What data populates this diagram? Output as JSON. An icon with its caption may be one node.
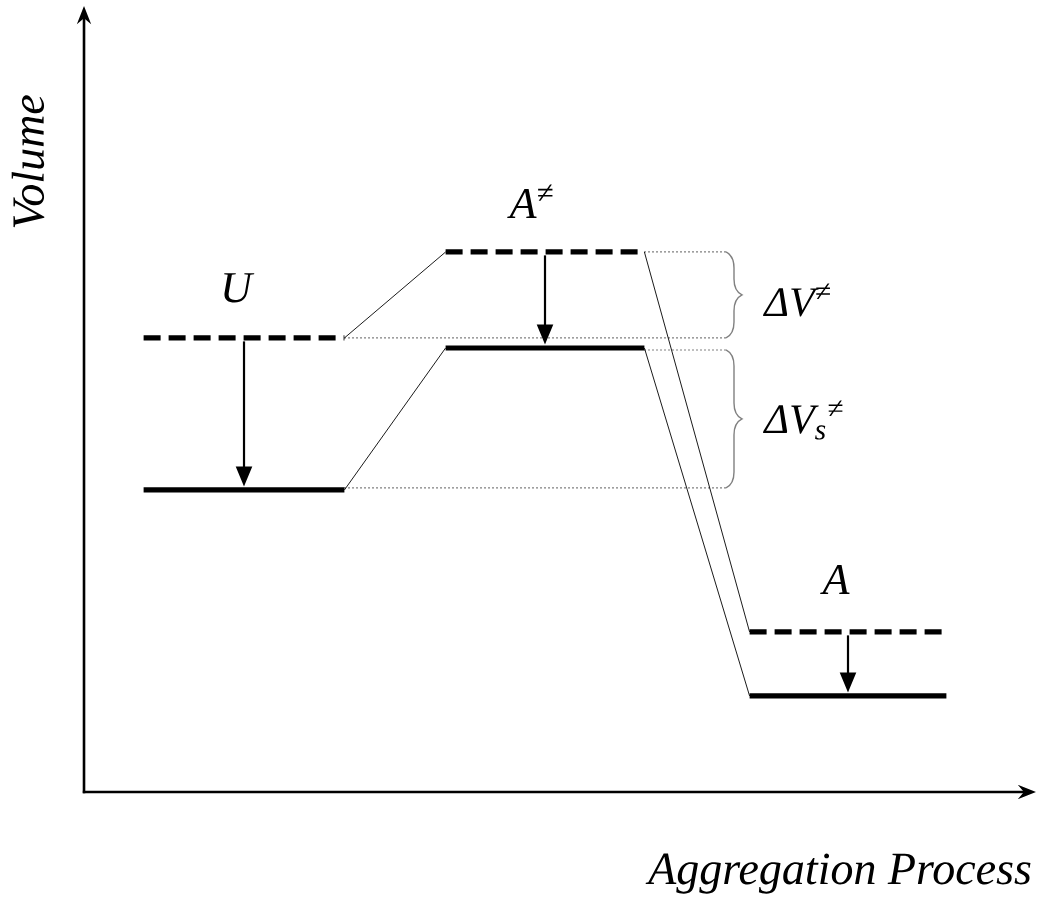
{
  "diagram": {
    "nodes": [
      {
        "text": [],
        "shape": "line",
        "beside": [
          "U"
        ]
      },
      {
        "text": [],
        "shape": "line"
      },
      {
        "text": [],
        "shape": "line",
        "beside": [
          "A$^{≠}$"
        ]
      },
      {
        "text": [],
        "shape": "line"
      },
      {
        "text": [],
        "shape": "line",
        "beside": [
          "A"
        ]
      },
      {
        "text": [],
        "shape": "line"
      }
    ],
    "edges": [
      {
        "from": 0,
        "to": 1,
        "arrow": "to"
      },
      {
        "from": 0,
        "to": 2,
        "arrow": "none"
      },
      {
        "from": 1,
        "to": 3,
        "arrow": "none"
      },
      {
        "from": 2,
        "to": 3,
        "arrow": "to"
      },
      {
        "from": 2,
        "to": 4,
        "arrow": "none"
      },
      {
        "from": 3,
        "to": 5,
        "arrow": "none"
      },
      {
        "from": 4,
        "to": 5,
        "arrow": "to"
      }
    ],
    "labels": [
      "Volume",
      "ΔV$^{≠}$",
      "ΔV$_{s}$$^{≠}$",
      "Aggregation Process"
    ]
  }
}
